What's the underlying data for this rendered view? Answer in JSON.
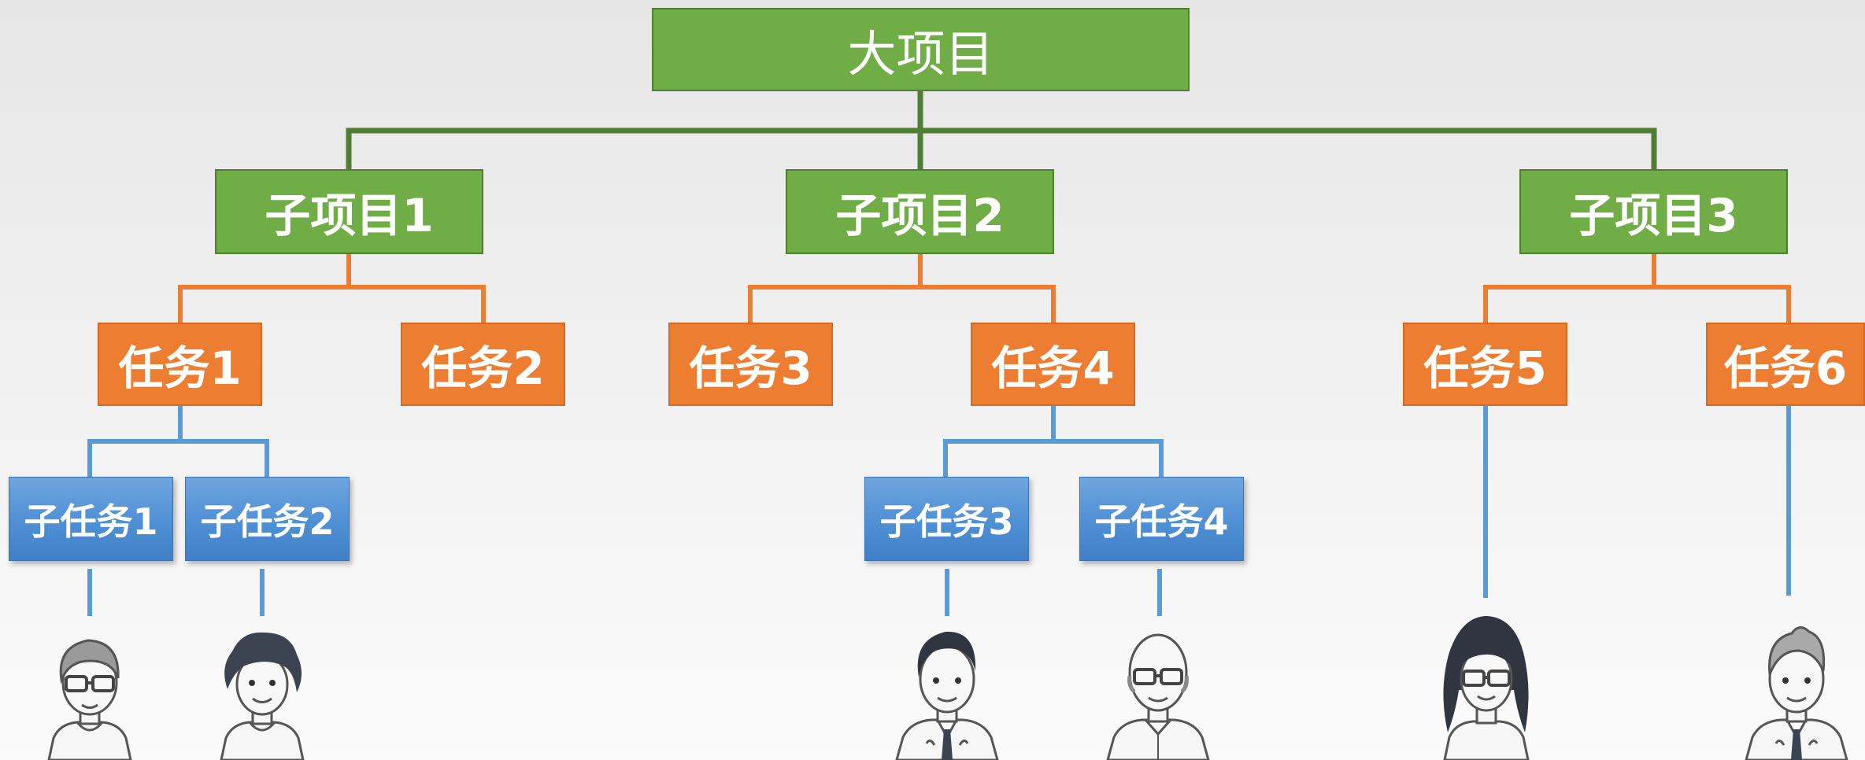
{
  "root": {
    "label": "大项目"
  },
  "subprojects": [
    {
      "label": "子项目1"
    },
    {
      "label": "子项目2"
    },
    {
      "label": "子项目3"
    }
  ],
  "tasks": [
    {
      "label": "任务1"
    },
    {
      "label": "任务2"
    },
    {
      "label": "任务3"
    },
    {
      "label": "任务4"
    },
    {
      "label": "任务5"
    },
    {
      "label": "任务6"
    }
  ],
  "subtasks": [
    {
      "label": "子任务1"
    },
    {
      "label": "子任务2"
    },
    {
      "label": "子任务3"
    },
    {
      "label": "子任务4"
    }
  ],
  "avatars": [
    {
      "icon": "person-glasses-icon"
    },
    {
      "icon": "person-curly-hair-icon"
    },
    {
      "icon": "person-businessman-icon"
    },
    {
      "icon": "person-bald-glasses-icon"
    },
    {
      "icon": "person-woman-glasses-icon"
    },
    {
      "icon": "person-businessman-icon"
    }
  ],
  "colors": {
    "project": "#70ad47",
    "project_line": "#507e32",
    "task": "#ed7d31",
    "subtask": "#5b9bd5"
  }
}
